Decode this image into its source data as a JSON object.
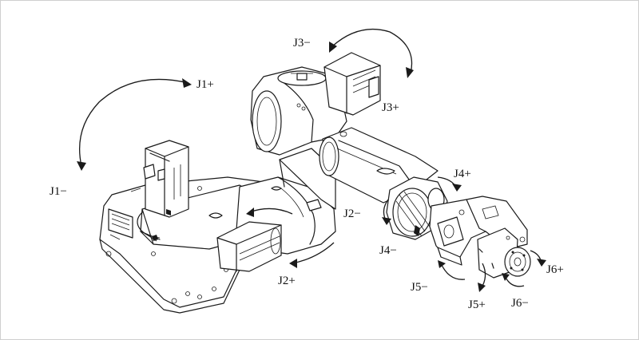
{
  "labels": {
    "j1_plus": "J1+",
    "j1_minus": "J1−",
    "j2_plus": "J2+",
    "j2_minus": "J2−",
    "j3_plus": "J3+",
    "j3_minus": "J3−",
    "j4_plus": "J4+",
    "j4_minus": "J4−",
    "j5_plus": "J5+",
    "j5_minus": "J5−",
    "j6_plus": "J6+",
    "j6_minus": "J6−"
  }
}
